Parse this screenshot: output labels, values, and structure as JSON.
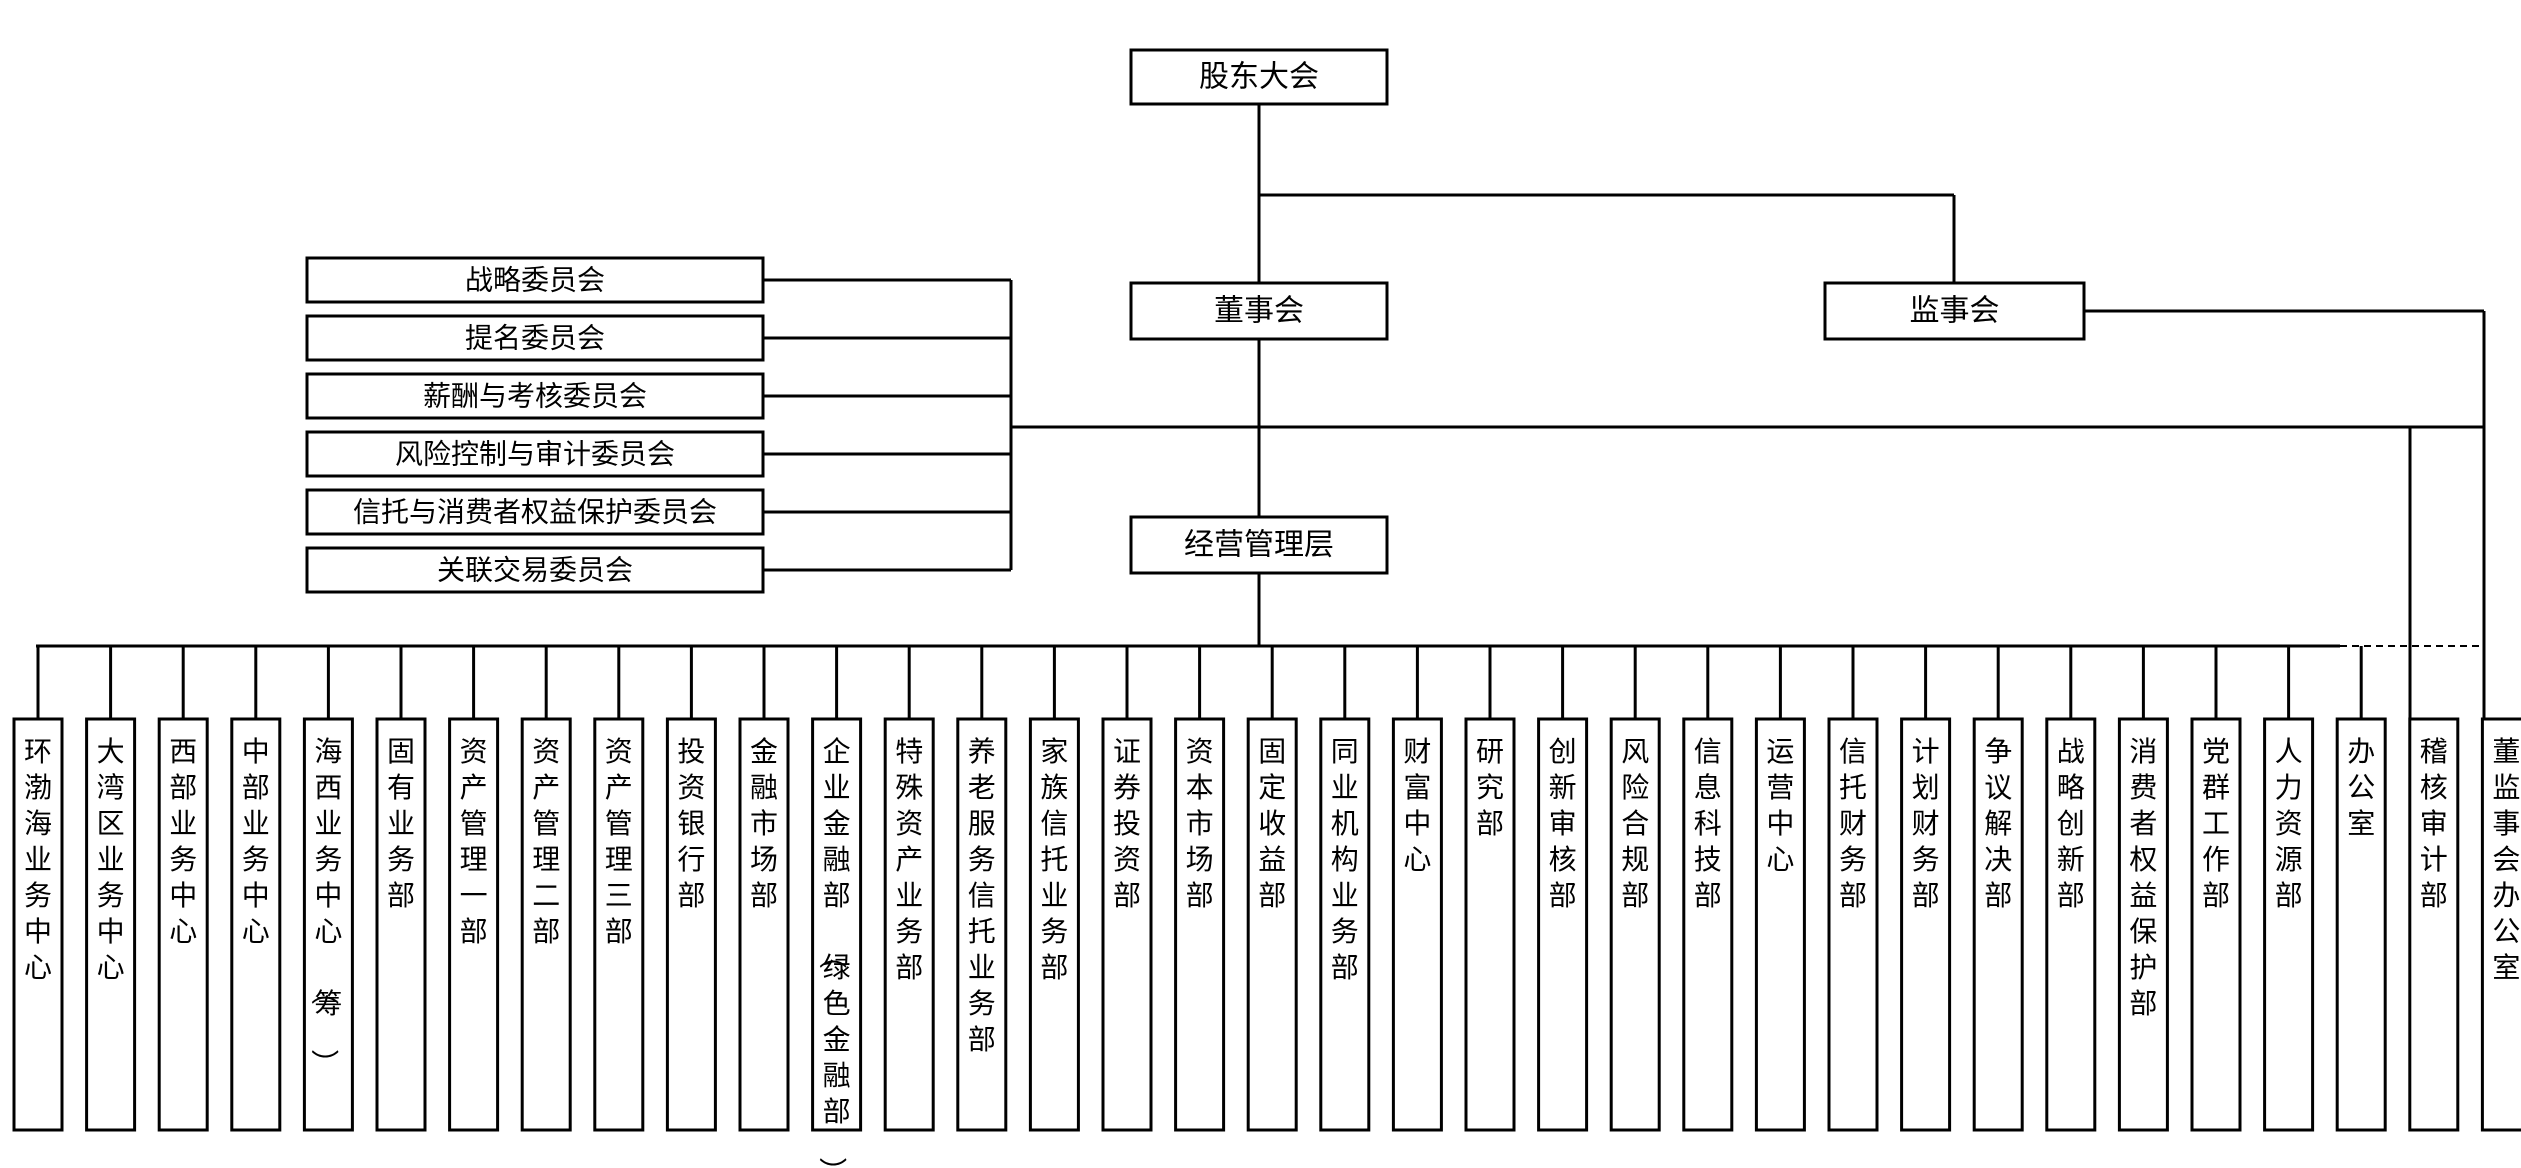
{
  "top": {
    "shareholders": "股东大会",
    "board": "董事会",
    "supervisors": "监事会",
    "management": "经营管理层"
  },
  "committees": [
    "战略委员会",
    "提名委员会",
    "薪酬与考核委员会",
    "风险控制与审计委员会",
    "信托与消费者权益保护委员会",
    "关联交易委员会"
  ],
  "departments": [
    "环渤海业务中心",
    "大湾区业务中心",
    "西部业务中心",
    "中部业务中心",
    "海西业务中心（筹）",
    "固有业务部",
    "资产管理一部",
    "资产管理二部",
    "资产管理三部",
    "投资银行部",
    "金融市场部",
    "企业金融部（绿色金融部）",
    "特殊资产业务部",
    "养老服务信托业务部",
    "家族信托业务部",
    "证券投资部",
    "资本市场部",
    "固定收益部",
    "同业机构业务部",
    "财富中心",
    "研究部",
    "创新审核部",
    "风险合规部",
    "信息科技部",
    "运营中心",
    "信托财务部",
    "计划财务部",
    "争议解决部",
    "战略创新部",
    "消费者权益保护部",
    "党群工作部",
    "人力资源部",
    "办公室",
    "稽核审计部",
    "董监事会办公室"
  ]
}
